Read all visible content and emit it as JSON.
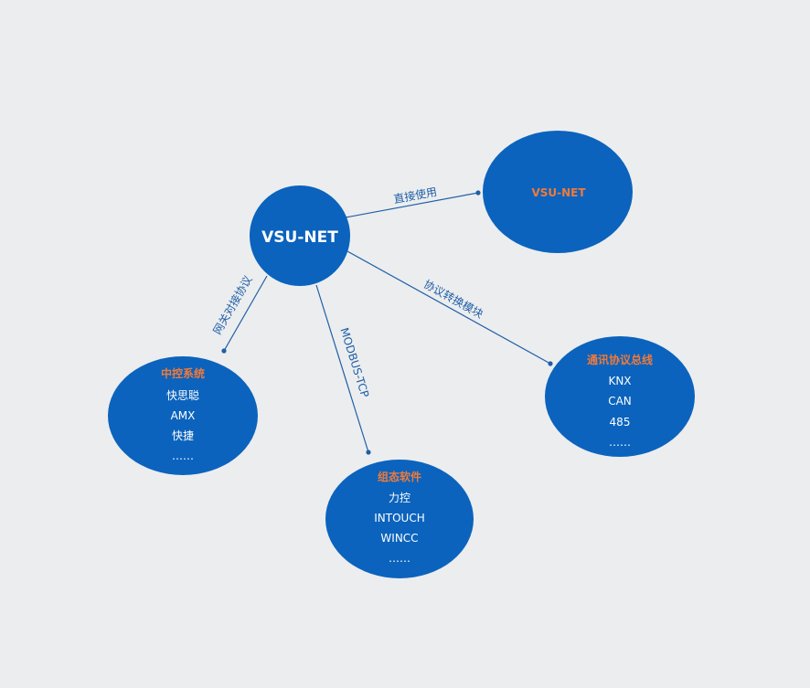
{
  "center": {
    "label": "VSU-NET"
  },
  "nodes": {
    "direct": {
      "title": "VSU-NET",
      "items": []
    },
    "bus": {
      "title": "通讯协议总线",
      "items": [
        "KNX",
        "CAN",
        "485",
        "……"
      ]
    },
    "control": {
      "title": "中控系统",
      "items": [
        "快思聪",
        "AMX",
        "快捷",
        "……"
      ]
    },
    "software": {
      "title": "组态软件",
      "items": [
        "力控",
        "INTOUCH",
        "WINCC",
        "……"
      ]
    }
  },
  "edges": {
    "direct": "直接使用",
    "bus": "协议转换模块",
    "control": "网关对接协议",
    "software": "MODBUS-TCP"
  },
  "colors": {
    "node": "#0b63bd",
    "line": "#1f5fa6",
    "title": "#f07a3a",
    "background": "#ecedef"
  }
}
